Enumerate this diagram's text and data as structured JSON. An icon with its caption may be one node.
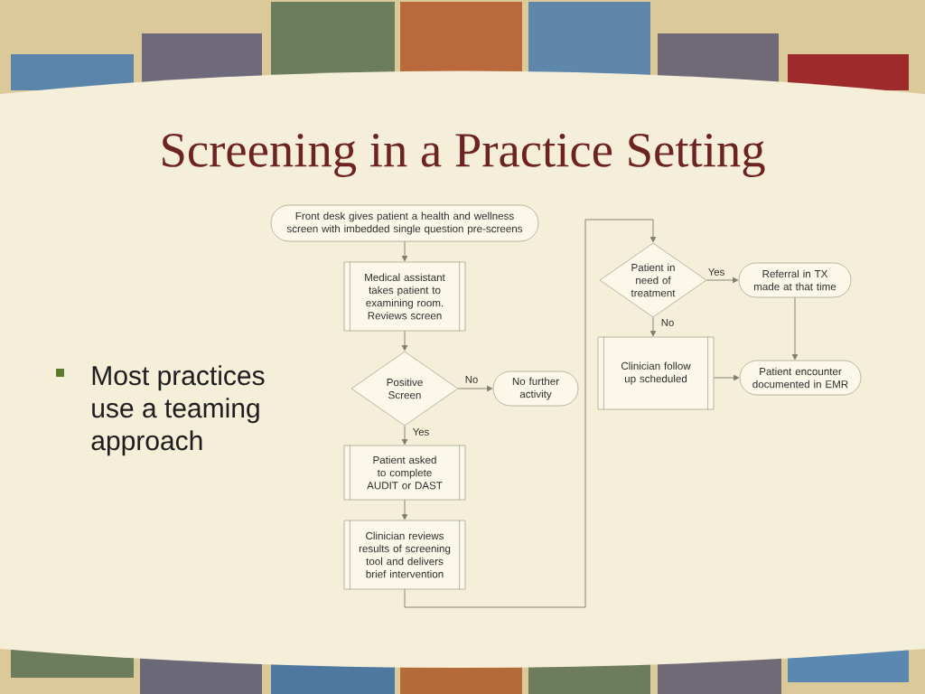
{
  "diagram": {
    "title": "Screening in a Practice Setting",
    "nodes": [
      {
        "text": [
          "Front desk gives patient a health and wellness screen with imbedded single question pre-screens"
        ]
      },
      {
        "text": [
          "Medical assistant takes patient to examining room. Reviews screen"
        ]
      },
      {
        "text": [
          "Positive Screen"
        ]
      },
      {
        "text": [
          "No further activity"
        ]
      },
      {
        "text": [
          "Patient asked to complete AUDIT or DAST"
        ]
      },
      {
        "text": [
          "Clinician reviews results of screening tool and delivers brief intervention"
        ]
      },
      {
        "text": [
          "Patient in need of treatment"
        ]
      },
      {
        "text": [
          "Referral in TX made at that time"
        ]
      },
      {
        "text": [
          "Clinician follow up scheduled"
        ]
      },
      {
        "text": [
          "Patient encounter documented in EMR"
        ]
      }
    ],
    "edges": [
      {
        "from": 0,
        "to": 1,
        "arrow": "to"
      },
      {
        "from": 1,
        "to": 2,
        "arrow": "to"
      },
      {
        "from": 2,
        "to": 3,
        "arrow": "to",
        "label": "No"
      },
      {
        "from": 2,
        "to": 4,
        "arrow": "to",
        "label": "Yes"
      },
      {
        "from": 4,
        "to": 5,
        "arrow": "to"
      },
      {
        "from": 5,
        "to": 6,
        "arrow": "to"
      },
      {
        "from": 6,
        "to": 7,
        "arrow": "to",
        "label": "Yes"
      },
      {
        "from": 6,
        "to": 8,
        "arrow": "to",
        "label": "No"
      },
      {
        "from": 7,
        "to": 9,
        "arrow": "to"
      },
      {
        "from": 8,
        "to": 9,
        "arrow": "to"
      }
    ],
    "labels": [
      "Most practices use a teaming approach"
    ]
  }
}
